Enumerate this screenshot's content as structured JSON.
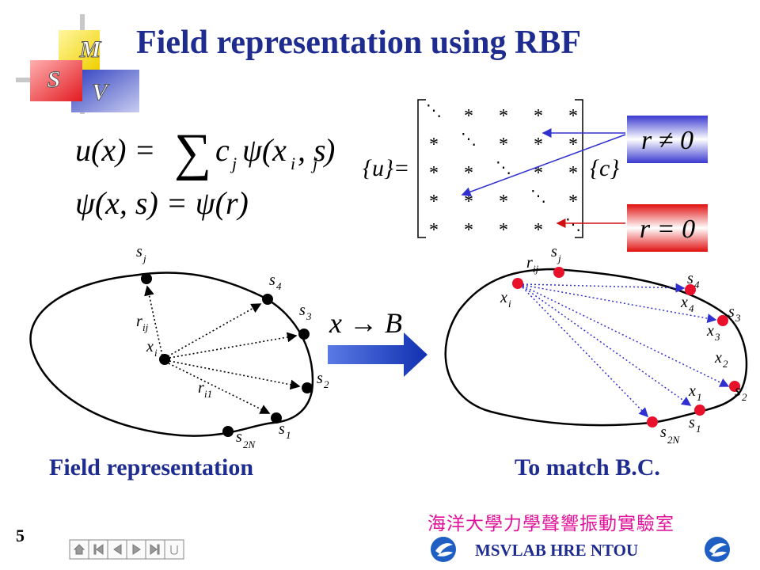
{
  "slide": {
    "title": "Field representation using RBF",
    "page_number": "5",
    "logo_letters": [
      "M",
      "S",
      "V"
    ],
    "lab_name_cn": "海洋大學力學聲響振動實驗室",
    "lab_name_en": "MSVLAB HRE NTOU"
  },
  "equations": {
    "u_lhs": "u(x) = ",
    "u_rhs": "c",
    "u_sub_j": "j",
    "u_psi": "ψ(x",
    "u_sub_i": "i",
    "u_comma_s": ", s",
    "u_sub_j2": "j",
    "u_close": ")",
    "psi_line": "ψ(x, s) = ψ(r)",
    "matrix_u": "{u}=",
    "matrix_c": "{c}",
    "r_nonzero": "r ≠ 0",
    "r_zero": "r = 0",
    "mapping": "x → B"
  },
  "left_diagram": {
    "caption": "Field representation",
    "labels": {
      "sj": "s",
      "sj_sub": "j",
      "s4": "s",
      "s4_sub": "4",
      "s3": "s",
      "s3_sub": "3",
      "s2": "s",
      "s2_sub": "2",
      "s1": "s",
      "s1_sub": "1",
      "s2n": "s",
      "s2n_sub": "2N",
      "rij": "r",
      "rij_sub": "ij",
      "ri1": "r",
      "ri1_sub": "i1",
      "xi": "x",
      "xi_sub": "i"
    }
  },
  "right_diagram": {
    "caption": "To match B.C.",
    "labels": {
      "sj": "s",
      "sj_sub": "j",
      "rij": "r",
      "rij_sub": "ij",
      "xi": "x",
      "xi_sub": "i",
      "s4": "s",
      "s4_sub": "4",
      "x4": "x",
      "x4_sub": "4",
      "s3": "s",
      "s3_sub": "3",
      "x3": "x",
      "x3_sub": "3",
      "x2": "x",
      "x2_sub": "2",
      "x1": "x",
      "x1_sub": "1",
      "s2": "s",
      "s2_sub": "2",
      "s1": "s",
      "s1_sub": "1",
      "s2n": "s",
      "s2n_sub": "2N"
    }
  },
  "colors": {
    "title": "#1f2c8f",
    "lab_cn": "#e0109a",
    "red_point": "#e8102a",
    "blue_arrow": "#3030d0"
  },
  "nav_icons": [
    "home-icon",
    "first-icon",
    "prev-icon",
    "next-icon",
    "last-icon",
    "return-icon"
  ]
}
